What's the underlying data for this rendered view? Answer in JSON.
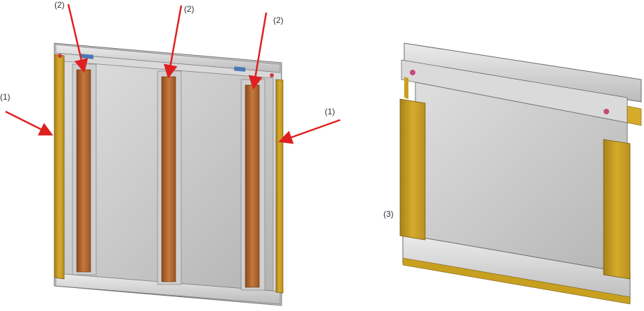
{
  "labels": {
    "callout_1": "(1)",
    "callout_2": "(2)",
    "callout_3": "(3)"
  },
  "colors": {
    "arrow": "#e02020",
    "frame_yellow": "#c8a020",
    "copper": "#b86a30",
    "panel_grey": "#c4c4c4",
    "rail_grey": "#d2d2d2",
    "blue_clip": "#4a78b8"
  }
}
